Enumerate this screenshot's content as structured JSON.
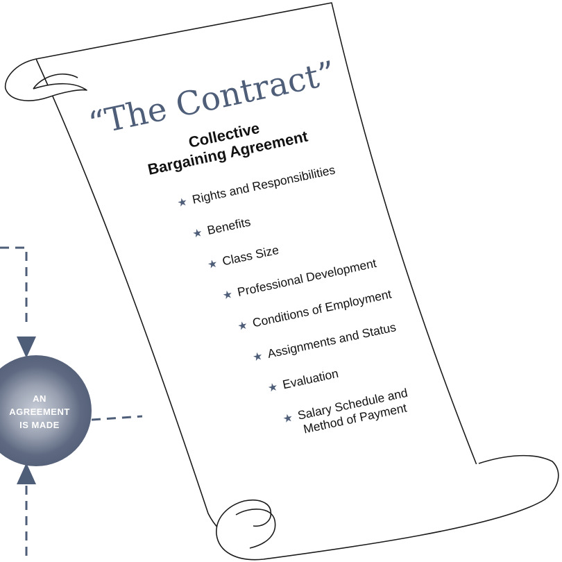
{
  "agreement_circle": {
    "lines": [
      "AN",
      "AGREEMENT",
      "IS MADE"
    ]
  },
  "scroll": {
    "title": "“The Contract”",
    "subtitle_lines": [
      "Collective",
      "Bargaining Agreement"
    ],
    "items": [
      [
        "Rights and Responsibilities"
      ],
      [
        "Benefits"
      ],
      [
        "Class Size"
      ],
      [
        "Professional Development"
      ],
      [
        "Conditions of Employment"
      ],
      [
        "Assignments and Status"
      ],
      [
        "Evaluation"
      ],
      [
        "Salary Schedule and",
        "Method of Payment"
      ]
    ]
  },
  "colors": {
    "accent": "#4e5e78",
    "circle_center": "#c7ccd6",
    "circle_edge": "#4a5670",
    "line": "#1a1a1a",
    "connector": "#4e5e78"
  },
  "icons": {
    "bullet": "star-icon",
    "arrow_down": "arrow-down-icon",
    "arrow_up": "arrow-up-icon"
  }
}
